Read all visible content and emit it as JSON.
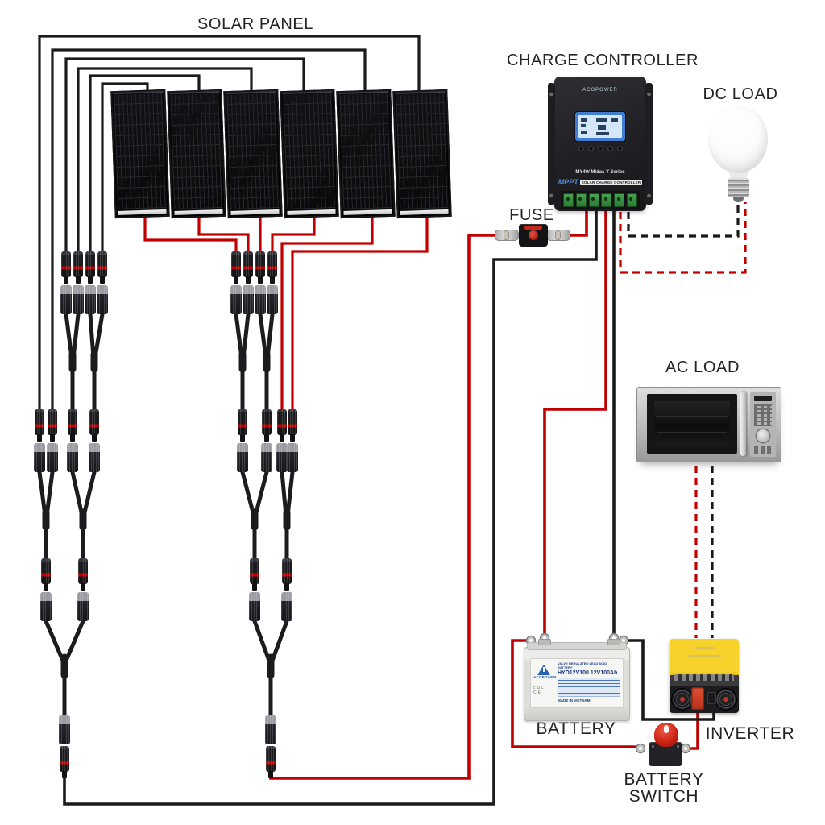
{
  "page": {
    "background": "#ffffff",
    "description": "Off-grid solar power system wiring diagram"
  },
  "labels": {
    "solar_panel": "SOLAR PANEL",
    "charge_controller": "CHARGE CONTROLLER",
    "dc_load": "DC LOAD",
    "fuse": "FUSE",
    "ac_load": "AC LOAD",
    "battery": "BATTERY",
    "inverter": "INVERTER",
    "battery_switch_line1": "BATTERY",
    "battery_switch_line2": "SWITCH"
  },
  "charge_controller": {
    "brand": "ACOPOWER",
    "model": "MY40/ Midas Y Series",
    "badge_mppt": "MPPT",
    "badge_sub": "SOLAR CHARGE CONTROLLER"
  },
  "battery": {
    "brand": "ACOPOWER",
    "title": "VALVE REGULATED LEAD ACID BATTERY",
    "model": "HYD12V100 12V100Ah",
    "origin": "MADE IN VIETNAM",
    "marks": [
      "cUL",
      "CE"
    ]
  },
  "system": {
    "panel_count": 6,
    "wire_colors": {
      "positive": "#c00000",
      "negative": "#1a1a1a"
    },
    "connections": [
      "6 solar panels combined through MC4 Y-branch connectors",
      "PV positive -> FUSE -> charge controller PV+",
      "PV negative -> charge controller PV-",
      "Charge controller BAT+ -> battery positive (red wire)",
      "Charge controller BAT- -> battery negative (black wire)",
      "Charge controller LOAD -> DC load light bulb (dashed wires)",
      "Battery positive -> battery switch -> inverter positive (red wire)",
      "Battery negative -> inverter negative (black wire)",
      "Inverter AC output -> AC load microwave (dashed wires)"
    ]
  }
}
